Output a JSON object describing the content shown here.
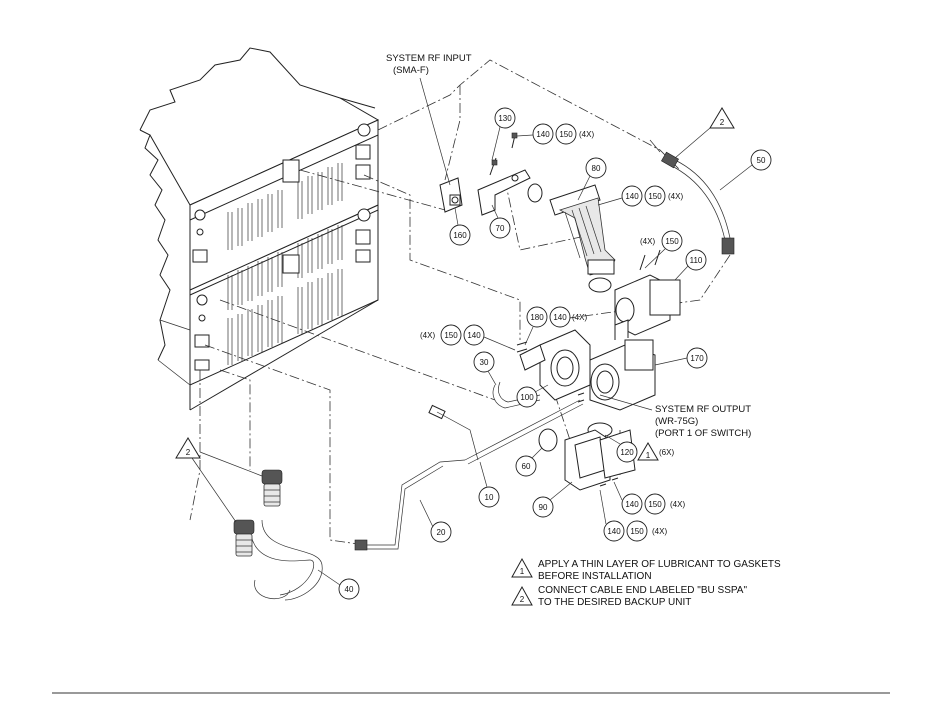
{
  "labels": {
    "rf_input_1": "SYSTEM RF INPUT",
    "rf_input_2": "(SMA-F)",
    "rf_output_1": "SYSTEM RF OUTPUT",
    "rf_output_2": "(WR-75G)",
    "rf_output_3": "(PORT 1 OF SWITCH)"
  },
  "callouts": {
    "c130": "130",
    "c140a": "140",
    "c150a": "150",
    "q4xa": "(4X)",
    "c80": "80",
    "c140b": "140",
    "c150b": "150",
    "q4xb": "(4X)",
    "c160": "160",
    "c70": "70",
    "c50": "50",
    "q4xc": "(4X)",
    "c150c": "150",
    "c110": "110",
    "c180": "180",
    "c140c": "140",
    "q4xd": "(4X)",
    "q4xe": "(4X)",
    "c150d": "150",
    "c140d": "140",
    "c30": "30",
    "c100": "100",
    "c170": "170",
    "c120": "120",
    "q6x": "(6X)",
    "c60": "60",
    "c10": "10",
    "c90": "90",
    "c140e": "140",
    "c150e": "150",
    "q4xf": "(4X)",
    "c140f": "140",
    "c150f": "150",
    "q4xg": "(4X)",
    "c20": "20",
    "c40": "40",
    "tri2a": "2",
    "tri2b": "2",
    "tri1a": "1"
  },
  "notes": [
    {
      "marker": "1",
      "line1": "APPLY A THIN LAYER OF LUBRICANT TO GASKETS",
      "line2": "BEFORE INSTALLATION"
    },
    {
      "marker": "2",
      "line1": "CONNECT CABLE END LABELED \"BU SSPA\"",
      "line2": "TO THE DESIRED BACKUP UNIT"
    }
  ]
}
